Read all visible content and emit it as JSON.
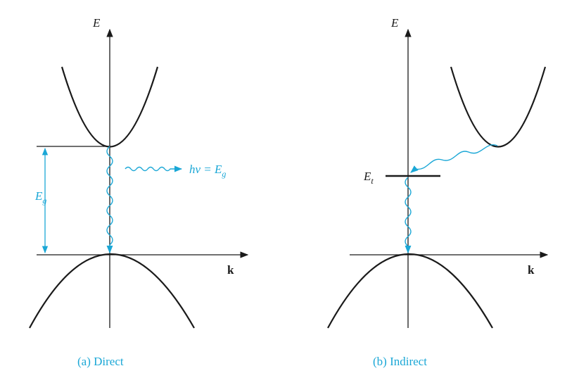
{
  "colors": {
    "ink": "#1a1a1a",
    "accent": "#1aa7d6"
  },
  "panel_a": {
    "energy_axis_label": "E",
    "k_axis_label": "k",
    "gap_label_main": "E",
    "gap_label_sub": "g",
    "photon_label_main": "hν = E",
    "photon_label_sub": "g",
    "caption": "(a) Direct"
  },
  "panel_b": {
    "energy_axis_label": "E",
    "k_axis_label": "k",
    "trap_label_main": "E",
    "trap_label_sub": "t",
    "caption": "(b) Indirect"
  }
}
